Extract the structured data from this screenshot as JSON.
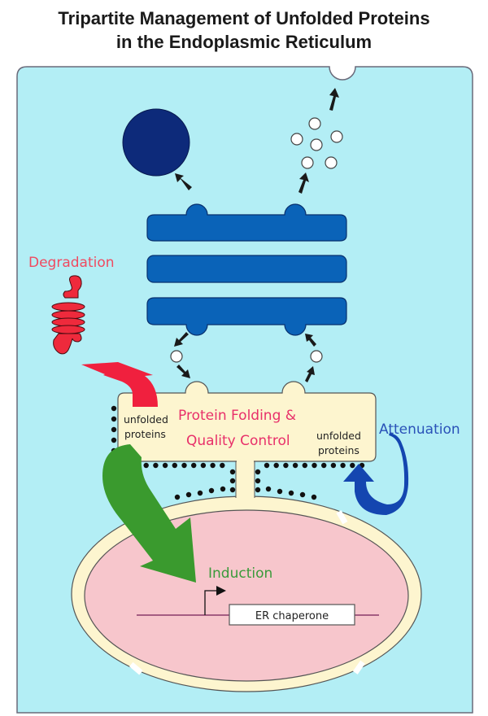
{
  "title": {
    "line1": "Tripartite Management of Unfolded Proteins",
    "line2": "in the Endoplasmic Reticulum"
  },
  "labels": {
    "degradation": "Degradation",
    "protein_folding_line1": "Protein Folding &",
    "protein_folding_line2": "Quality Control",
    "unfolded_left_line1": "unfolded",
    "unfolded_left_line2": "proteins",
    "unfolded_right_line1": "unfolded",
    "unfolded_right_line2": "proteins",
    "attenuation": "Attenuation",
    "induction": "Induction",
    "gene": "ER chaperone"
  },
  "colors": {
    "cytoplasm": "#b3eef5",
    "golgi": "#0a63b8",
    "secretory_granule": "#0d2a7a",
    "er": "#fdf5cf",
    "nucleus": "#f7c6cc",
    "degradation": "#f0203e",
    "induction": "#3a9a2e",
    "attenuation": "#1446b0",
    "folding_text": "#e8306a"
  }
}
